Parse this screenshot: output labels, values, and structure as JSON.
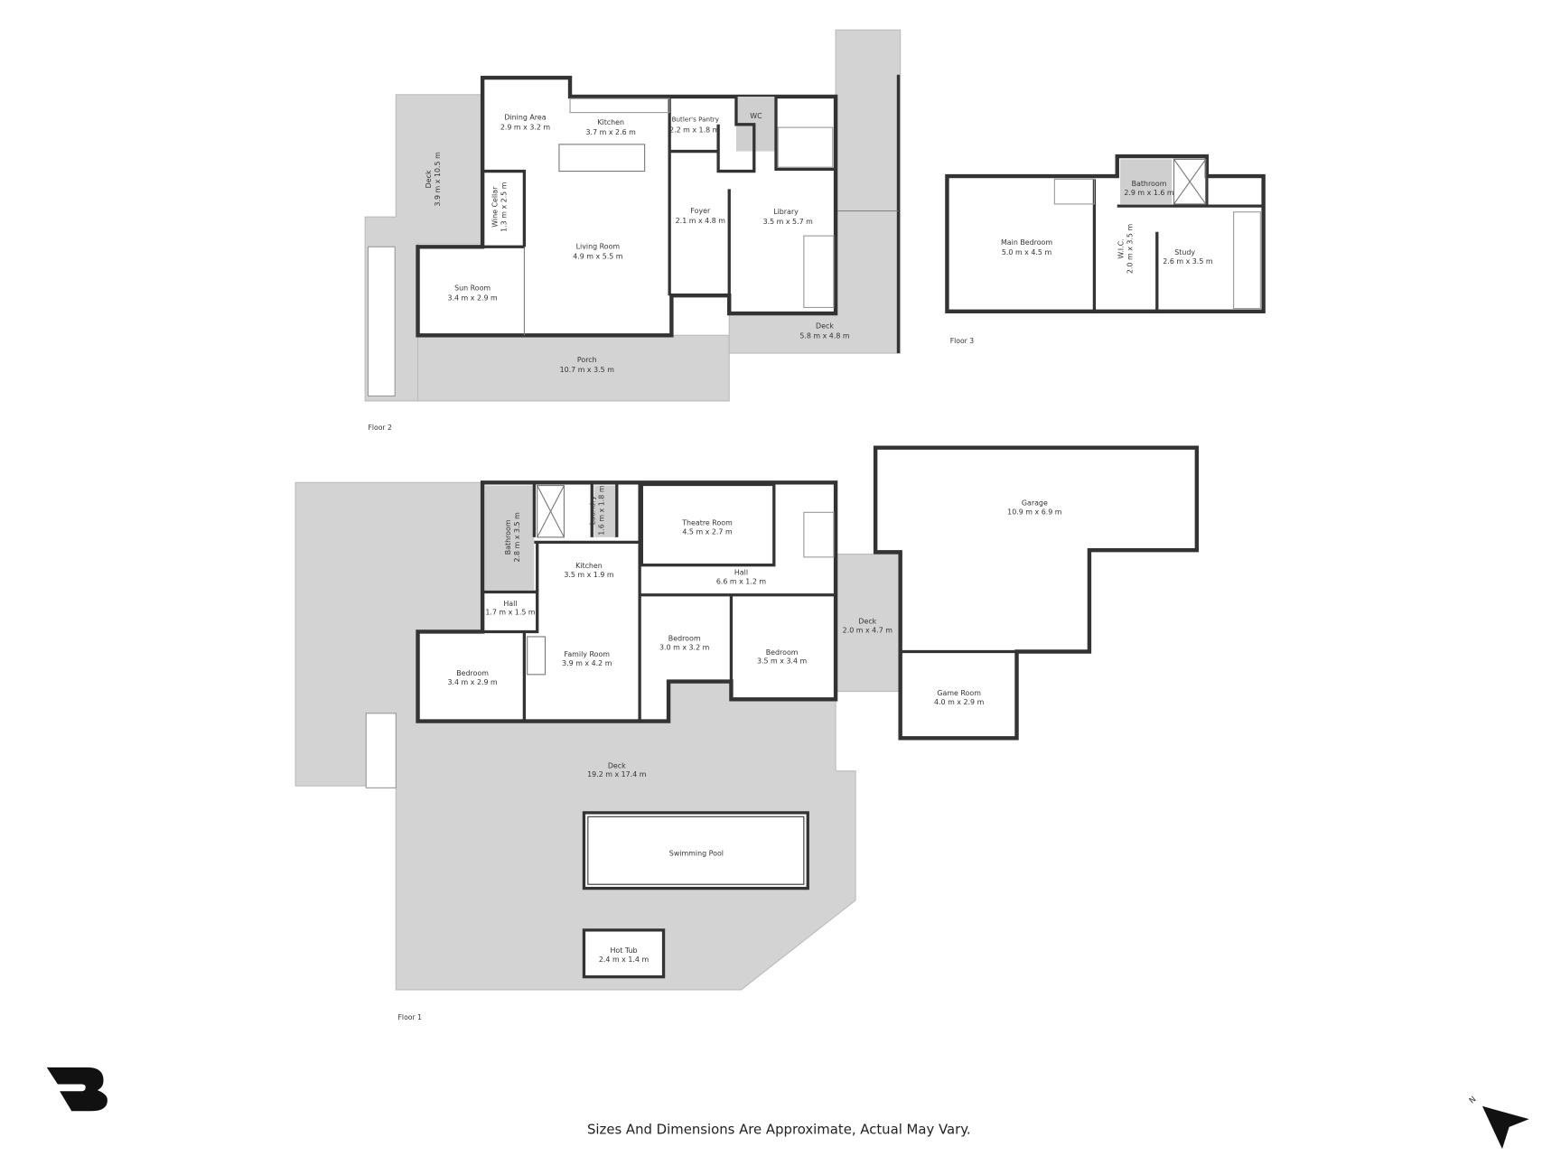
{
  "floor2": {
    "label": "Floor 2",
    "rooms": {
      "deck_left": {
        "name": "Deck",
        "size": "3.9 m x 10.5 m"
      },
      "dining": {
        "name": "Dining Area",
        "size": "2.9 m x 3.2 m"
      },
      "kitchen": {
        "name": "Kitchen",
        "size": "3.7 m x 2.6 m"
      },
      "butlers": {
        "name": "Butler's Pantry",
        "size": "2.2 m x 1.8 m"
      },
      "wc": {
        "name": "WC"
      },
      "wine": {
        "name": "Wine Cellar",
        "size": "1.3 m x 2.5 m"
      },
      "living": {
        "name": "Living Room",
        "size": "4.9 m x 5.5 m"
      },
      "foyer": {
        "name": "Foyer",
        "size": "2.1 m x 4.8 m"
      },
      "library": {
        "name": "Library",
        "size": "3.5 m x 5.7 m"
      },
      "sun": {
        "name": "Sun Room",
        "size": "3.4 m x 2.9 m"
      },
      "deck_right": {
        "name": "Deck",
        "size": "5.8 m x 4.8 m"
      },
      "porch": {
        "name": "Porch",
        "size": "10.7 m x 3.5 m"
      }
    }
  },
  "floor3": {
    "label": "Floor 3",
    "rooms": {
      "bathroom": {
        "name": "Bathroom",
        "size": "2.9 m x 1.6 m"
      },
      "main_bedroom": {
        "name": "Main Bedroom",
        "size": "5.0 m x 4.5 m"
      },
      "wic": {
        "name": "W.I.C.",
        "size": "2.0 m x 3.5 m"
      },
      "study": {
        "name": "Study",
        "size": "2.6 m x 3.5 m"
      }
    }
  },
  "floor1": {
    "label": "Floor 1",
    "rooms": {
      "bathroom": {
        "name": "Bathroom",
        "size": "2.8 m x 3.5 m"
      },
      "laundry": {
        "name": "Laundry",
        "size": "1.6 m x 1.8 m"
      },
      "theatre": {
        "name": "Theatre Room",
        "size": "4.5 m x 2.7 m"
      },
      "garage": {
        "name": "Garage",
        "size": "10.9 m x 6.9 m"
      },
      "kitchen": {
        "name": "Kitchen",
        "size": "3.5 m x 1.9 m"
      },
      "hall_main": {
        "name": "Hall",
        "size": "6.6 m x 1.2 m"
      },
      "hall_small": {
        "name": "Hall",
        "size": "1.7 m x 1.5 m"
      },
      "deck_side": {
        "name": "Deck",
        "size": "2.0 m x 4.7 m"
      },
      "bedroom_a": {
        "name": "Bedroom",
        "size": "3.0 m x 3.2 m"
      },
      "bedroom_b": {
        "name": "Bedroom",
        "size": "3.5 m x 3.4 m"
      },
      "family": {
        "name": "Family Room",
        "size": "3.9 m x 4.2 m"
      },
      "bedroom_c": {
        "name": "Bedroom",
        "size": "3.4 m x 2.9 m"
      },
      "game": {
        "name": "Game Room",
        "size": "4.0 m x 2.9 m"
      },
      "deck_main": {
        "name": "Deck",
        "size": "19.2 m x 17.4 m"
      },
      "pool": {
        "name": "Swimming Pool"
      },
      "hot_tub": {
        "name": "Hot Tub",
        "size": "2.4 m x 1.4 m"
      }
    }
  },
  "footer": {
    "disclaimer": "Sizes And Dimensions Are Approximate, Actual May Vary."
  },
  "compass": {
    "label": "N"
  },
  "colors": {
    "wall": "#333333",
    "deck": "#d3d3d3",
    "background": "#ffffff"
  }
}
